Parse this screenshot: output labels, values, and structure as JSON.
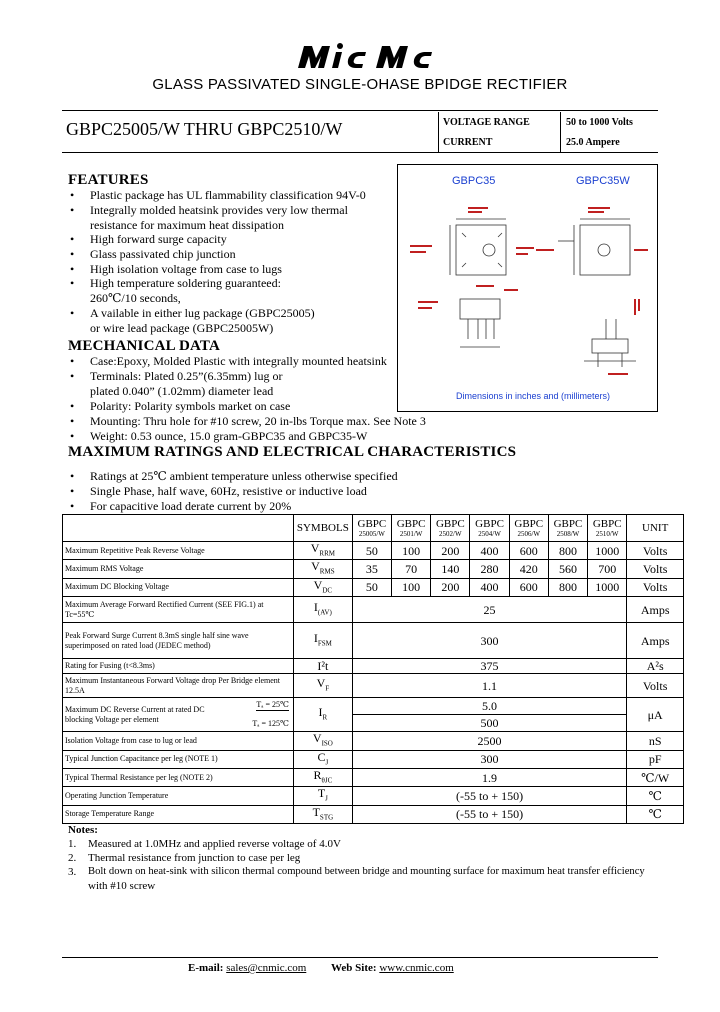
{
  "brand": {
    "logo_text": "MIC MC"
  },
  "headline": "GLASS PASSIVATED SINGLE-OHASE BPIDGE RECTIFIER",
  "model": "GBPC25005/W THRU GBPC2510/W",
  "specs": [
    {
      "label": "VOLTAGE RANGE",
      "value": "50 to 1000 Volts"
    },
    {
      "label": "CURRENT",
      "value": "25.0   Ampere"
    }
  ],
  "features": {
    "title": "FEATURES",
    "items": [
      "Plastic package has UL flammability classification 94V-0",
      "Integrally molded heatsink provides very low thermal",
      "resistance for maximum heat dissipation",
      "High forward surge capacity",
      "Glass passivated chip junction",
      "High isolation voltage from case to lugs",
      "High temperature soldering guaranteed:",
      "260℃/10 seconds,",
      "A vailable in either lug package (GBPC25005)",
      "or wire lead package (GBPC25005W)"
    ]
  },
  "mechanical": {
    "title": "MECHANICAL DATA",
    "items": [
      "Case:Epoxy, Molded Plastic with integrally mounted heatsink",
      "Terminals: Plated 0.25”(6.35mm) lug or",
      "plated 0.040” (1.02mm) diameter lead",
      "Polarity: Polarity symbols market on case",
      "Mounting: Thru hole for #10 screw, 20 in-lbs Torque max. See Note 3",
      "Weight: 0.53 ounce, 15.0 gram-GBPC35 and GBPC35-W"
    ]
  },
  "diagram": {
    "left_title": "GBPC35",
    "right_title": "GBPC35W",
    "caption": "Dimensions in inches and (millimeters)"
  },
  "ratings": {
    "title": "MAXIMUM RATINGS AND ELECTRICAL CHARACTERISTICS",
    "items": [
      "Ratings at 25℃ ambient temperature unless otherwise specified",
      "Single Phase, half wave, 60Hz, resistive or inductive load",
      "For capacitive load derate current by 20%"
    ]
  },
  "table": {
    "symbols_header": "SYMBOLS",
    "unit_header": "UNIT",
    "parts": [
      {
        "top": "GBPC",
        "bot": "25005/W"
      },
      {
        "top": "GBPC",
        "bot": "2501/W"
      },
      {
        "top": "GBPC",
        "bot": "2502/W"
      },
      {
        "top": "GBPC",
        "bot": "2504/W"
      },
      {
        "top": "GBPC",
        "bot": "2506/W"
      },
      {
        "top": "GBPC",
        "bot": "2508/W"
      },
      {
        "top": "GBPC",
        "bot": "2510/W"
      }
    ],
    "rows": [
      {
        "label": "Maximum Repetitive Peak Reverse Voltage",
        "sym": "V",
        "sub": "RRM",
        "values": [
          "50",
          "100",
          "200",
          "400",
          "600",
          "800",
          "1000"
        ],
        "unit": "Volts"
      },
      {
        "label": "Maximum RMS Voltage",
        "sym": "V",
        "sub": "RMS",
        "values": [
          "35",
          "70",
          "140",
          "280",
          "420",
          "560",
          "700"
        ],
        "unit": "Volts"
      },
      {
        "label": "Maximum DC Blocking Voltage",
        "sym": "V",
        "sub": "DC",
        "values": [
          "50",
          "100",
          "200",
          "400",
          "600",
          "800",
          "1000"
        ],
        "unit": "Volts"
      },
      {
        "label": "Maximum Average Forward Rectified Current (SEE FIG.1) at Tc=55℃",
        "sym": "I",
        "sub": "(AV)",
        "value": "25",
        "unit": "Amps"
      },
      {
        "label": "Peak Forward Surge Current 8.3mS single half sine wave superimposed on rated load (JEDEC method)",
        "sym": "I",
        "sub": "FSM",
        "value": "300",
        "unit": "Amps"
      },
      {
        "label": "Rating for Fusing (t<8.3ms)",
        "sym": "I²t",
        "sub": "",
        "value": "375",
        "unit": "A²s"
      },
      {
        "label": "Maximum Instantaneous Forward Voltage drop Per Bridge element 12.5A",
        "sym": "V",
        "sub": "F",
        "value": "1.1",
        "unit": "Volts"
      },
      {
        "label": "Maximum DC Reverse Current at rated DC blocking Voltage per element",
        "cond1": "Tₐ = 25℃",
        "cond2": "Tₐ = 125℃",
        "sym": "I",
        "sub": "R",
        "value1": "5.0",
        "value2": "500",
        "unit": "μA"
      },
      {
        "label": "Isolation Voltage from case to lug or lead",
        "sym": "V",
        "sub": "ISO",
        "value": "2500",
        "unit": "nS"
      },
      {
        "label": "Typical Junction Capacitance per leg (NOTE 1)",
        "sym": "C",
        "sub": "J",
        "value": "300",
        "unit": "pF"
      },
      {
        "label": "Typical Thermal Resistance per leg (NOTE 2)",
        "sym": "R",
        "sub": "θJC",
        "value": "1.9",
        "unit": "℃/W"
      },
      {
        "label": "Operating Junction Temperature",
        "sym": "T",
        "sub": "J",
        "value": "(-55 to + 150)",
        "unit": "℃"
      },
      {
        "label": "Storage Temperature Range",
        "sym": "T",
        "sub": "STG",
        "value": "(-55 to + 150)",
        "unit": "℃"
      }
    ]
  },
  "notes": {
    "title": "Notes:",
    "items": [
      {
        "n": "1.",
        "text": "Measured at 1.0MHz and applied reverse voltage of 4.0V"
      },
      {
        "n": "2.",
        "text": "Thermal resistance from junction to case per leg"
      },
      {
        "n": "3.",
        "text": "Bolt down on heat-sink with silicon thermal compound between bridge and mounting surface for maximum heat transfer efficiency"
      },
      {
        "n": "",
        "text": "with #10 screw"
      }
    ]
  },
  "footer": {
    "email_label": "E-mail:",
    "email": "sales@cnmic.com",
    "web_label": "Web Site:",
    "web": "www.cnmic.com"
  }
}
